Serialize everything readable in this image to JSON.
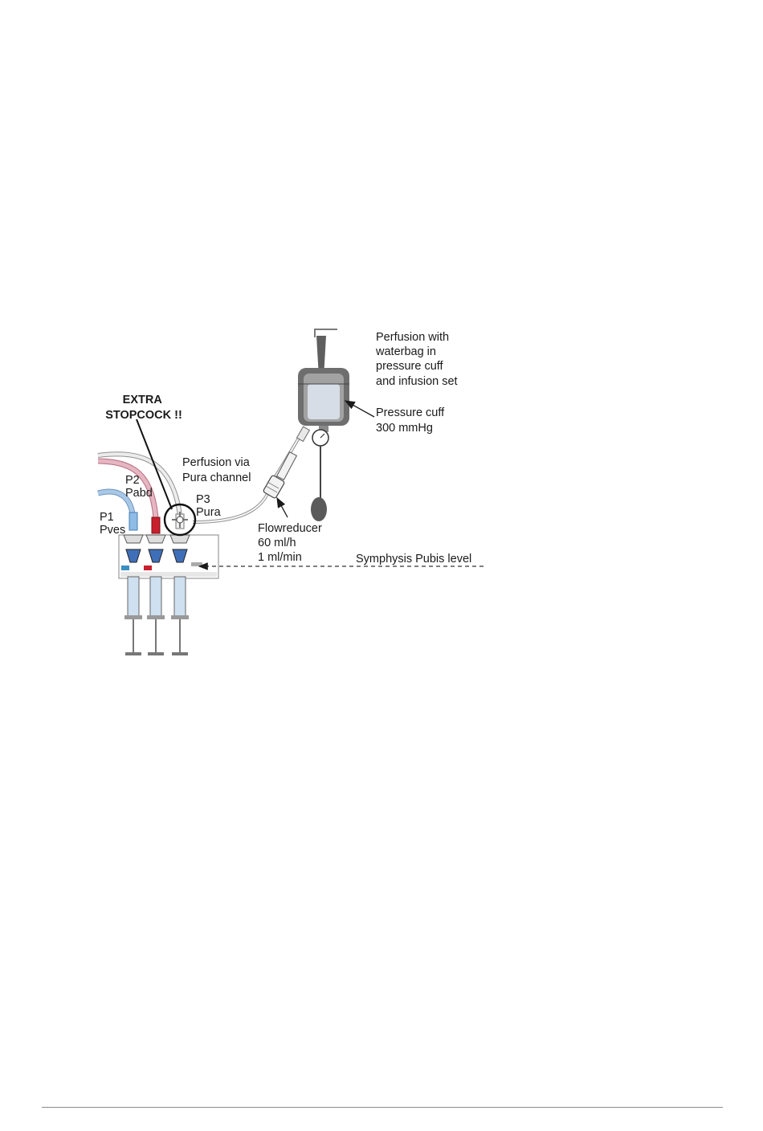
{
  "labels": {
    "extra_stopcock_line1": "EXTRA",
    "extra_stopcock_line2": "STOPCOCK !!",
    "perfusion_waterbag": [
      "Perfusion with",
      "waterbag in",
      "pressure cuff",
      "and infusion set"
    ],
    "pressure_cuff": [
      "Pressure cuff",
      "300 mmHg"
    ],
    "perfusion_via": [
      "Perfusion via",
      "Pura channel"
    ],
    "p2": [
      "P2",
      "Pabd"
    ],
    "p1": [
      "P1",
      "Pves"
    ],
    "p3": [
      "P3",
      "Pura"
    ],
    "flowreducer": [
      "Flowreducer",
      "60 ml/h",
      "1 ml/min"
    ],
    "symphysis": "Symphysis Pubis level"
  },
  "colors": {
    "pves_tube": "#a9c8e6",
    "pabd_tube": "#e5b6c2",
    "pura_tube": "#d8d8d8",
    "pabd_connector": "#c8202c",
    "pves_connector": "#8fbce6",
    "syringe_fill": "#cfe0f0",
    "dome_blue": "#3f6fb8",
    "bag_dark": "#6e6e6e",
    "bag_light": "#d6dde6"
  }
}
